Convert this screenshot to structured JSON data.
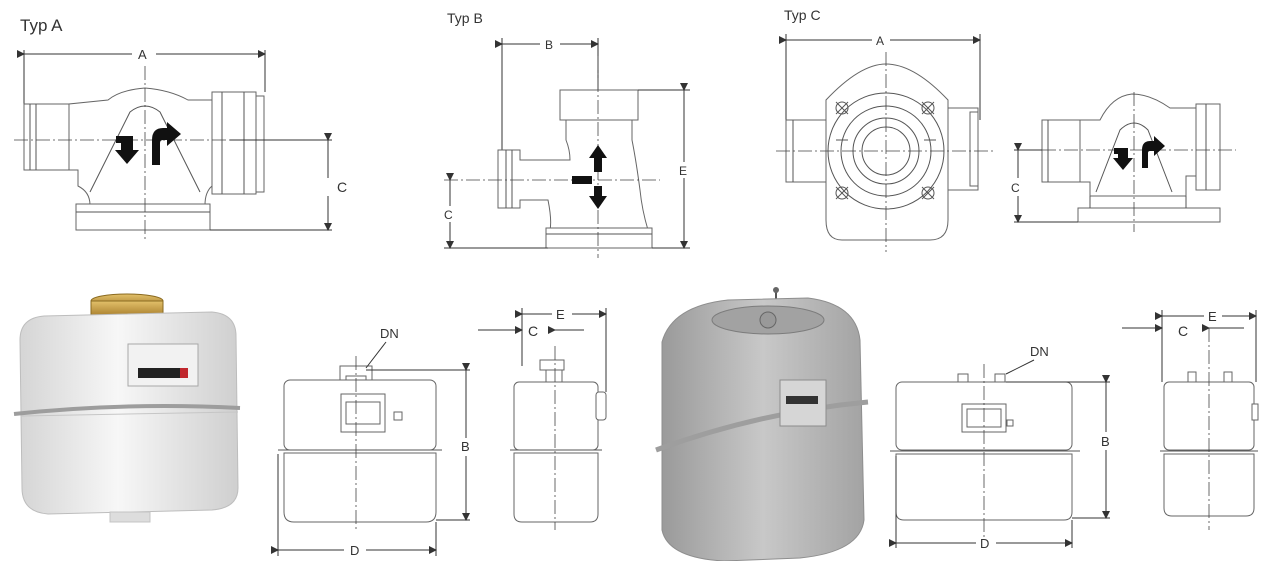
{
  "types": {
    "a": {
      "title": "Typ A",
      "dims": {
        "a": "A",
        "c": "C"
      }
    },
    "b": {
      "title": "Typ B",
      "dims": {
        "b": "B",
        "c": "C",
        "e": "E"
      }
    },
    "c": {
      "title": "Typ C",
      "dims": {
        "a": "A",
        "c": "C"
      }
    }
  },
  "meter1": {
    "dims": {
      "dn": "DN",
      "b": "B",
      "d": "D",
      "c": "C",
      "e": "E"
    }
  },
  "meter2": {
    "dims": {
      "dn": "DN",
      "b": "B",
      "d": "D",
      "c": "C",
      "e": "E"
    }
  },
  "colors": {
    "line": "#555555",
    "meter_white": "#ebebeb",
    "meter_grey": "#b9b9b9",
    "brass": "#c9a24a"
  }
}
